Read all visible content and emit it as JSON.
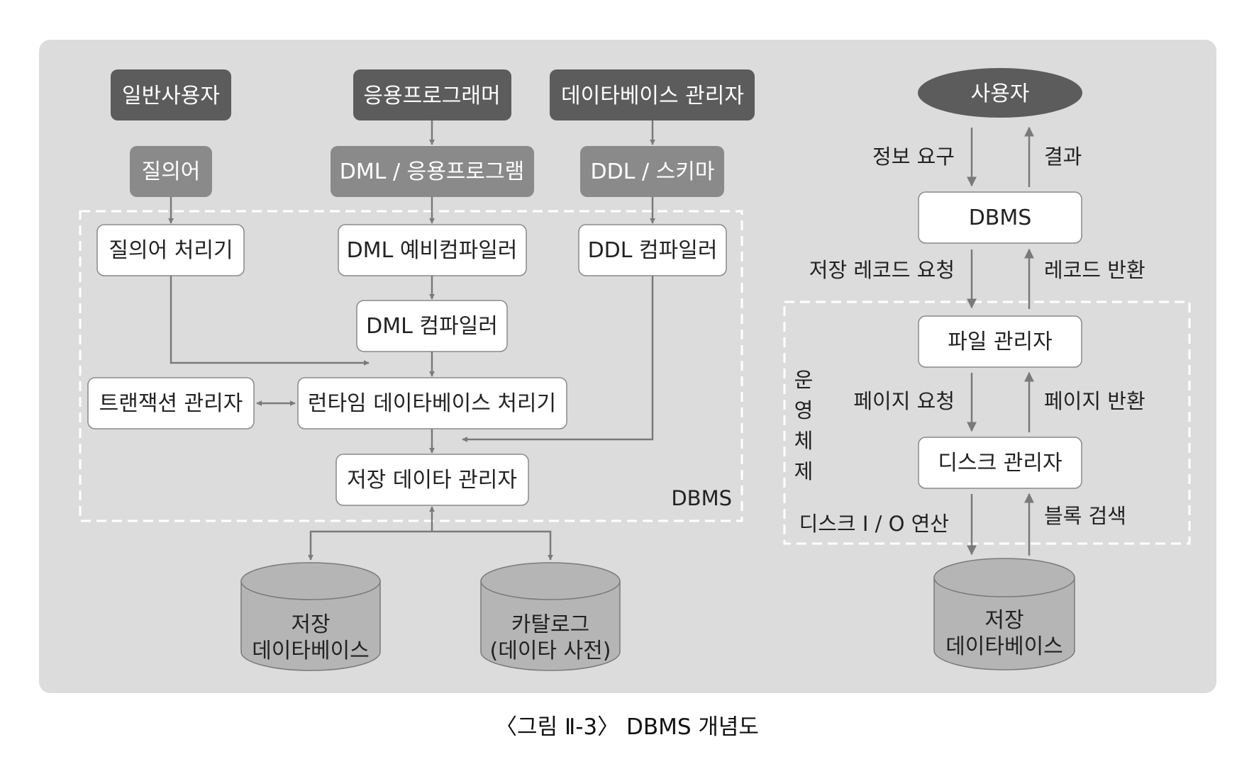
{
  "dbms_diagram": {
    "top_actors": {
      "general_user": "일반사용자",
      "app_programmer": "응용프로그래머",
      "db_admin": "데이타베이스 관리자"
    },
    "inputs": {
      "query": "질의어",
      "dml_program": "DML / 응용프로그램",
      "ddl_schema": "DDL / 스키마"
    },
    "processors": {
      "query_processor": "질의어 처리기",
      "dml_precompiler": "DML 예비컴파일러",
      "ddl_compiler": "DDL 컴파일러",
      "dml_compiler": "DML 컴파일러",
      "transaction_manager": "트랜잭션 관리자",
      "runtime_processor": "런타임 데이타베이스 처리기",
      "storage_manager": "저장 데이타 관리자"
    },
    "dbms_label": "DBMS",
    "stores": {
      "storage_db_line1": "저장",
      "storage_db_line2": "데이타베이스",
      "catalog_line1": "카탈로그",
      "catalog_line2": "(데이타 사전)"
    }
  },
  "os_diagram": {
    "user": "사용자",
    "info_request": "정보 요구",
    "result": "결과",
    "dbms": "DBMS",
    "store_record_request": "저장 레코드 요청",
    "record_return": "레코드 반환",
    "file_manager": "파일 관리자",
    "page_request": "페이지 요청",
    "page_return": "페이지 반환",
    "disk_manager": "디스크 관리자",
    "disk_io": "디스크 I / O 연산",
    "block_search": "블록 검색",
    "os_label": [
      "운",
      "영",
      "체",
      "제"
    ],
    "storage_db_line1": "저장",
    "storage_db_line2": "데이타베이스"
  },
  "caption": "〈그림 Ⅱ-3〉 DBMS 개념도",
  "colors": {
    "panel": "#dcdcdc",
    "dark_box": "#5c5c5c",
    "mid_box": "#8a8a8a",
    "white_box": "#ffffff",
    "cylinder": "#b5b5b5",
    "arrow": "#7a7a7a"
  }
}
